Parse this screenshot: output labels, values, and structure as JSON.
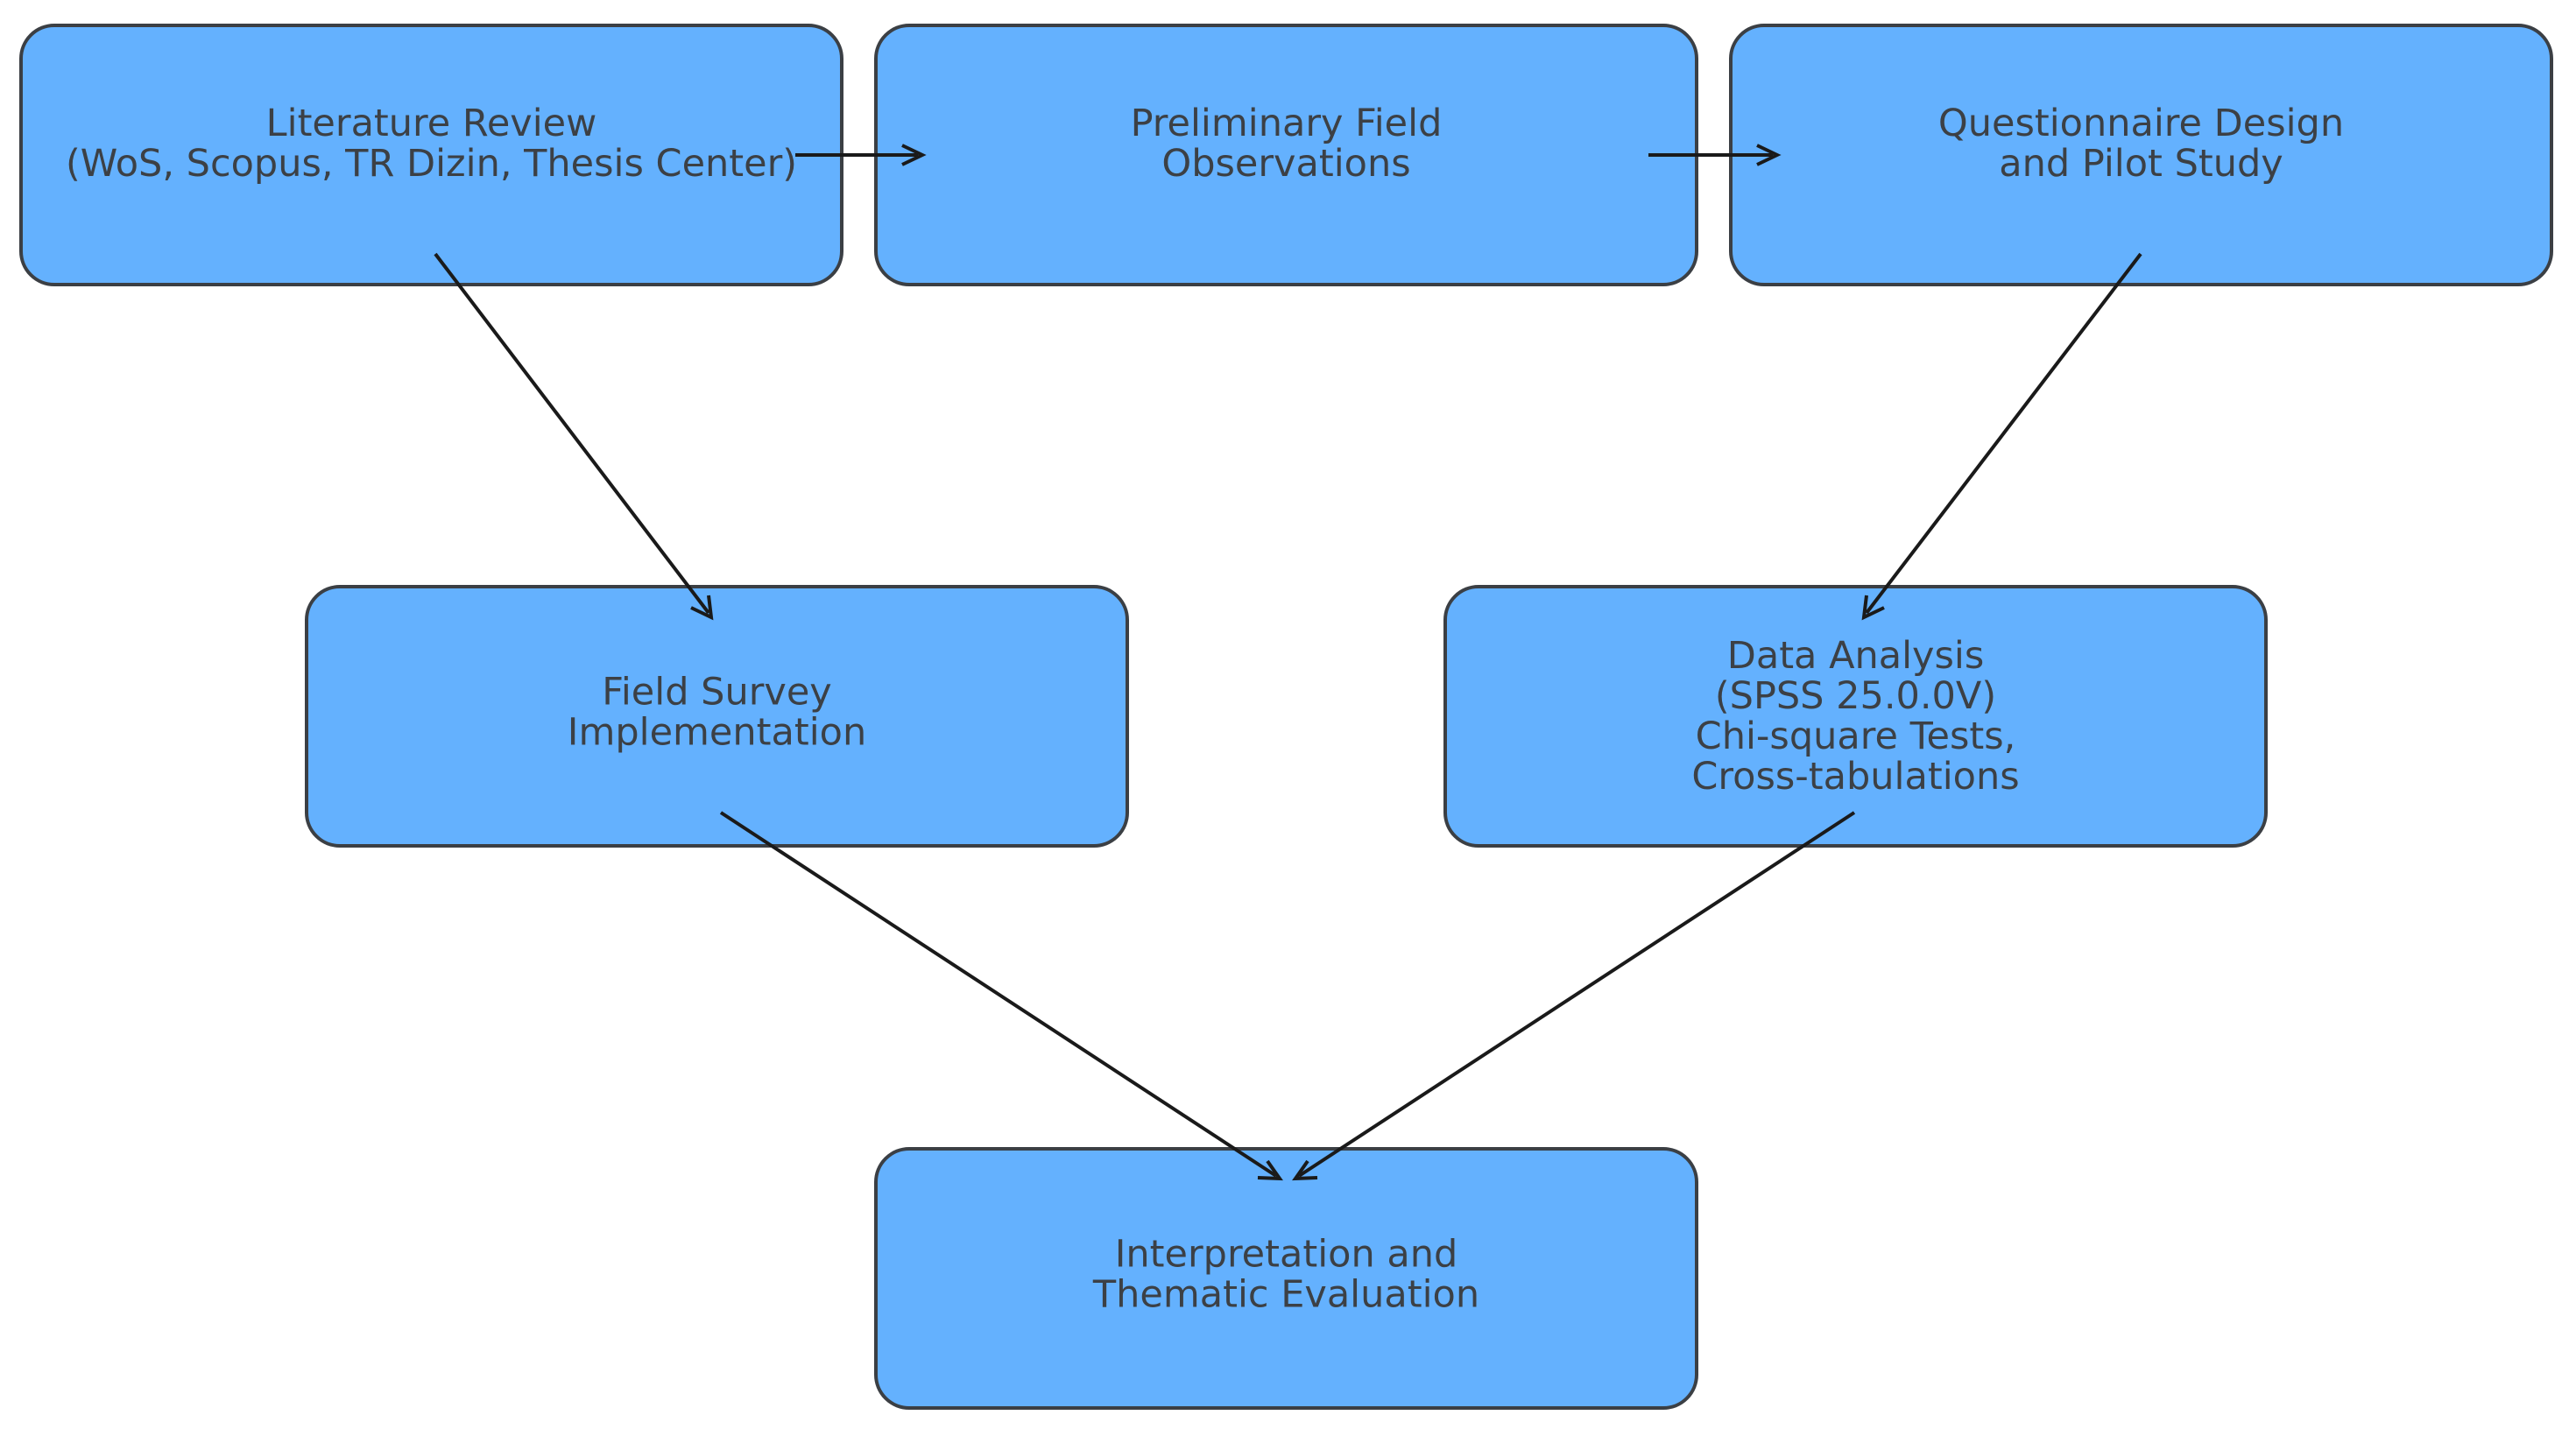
{
  "diagram": {
    "nodes": {
      "literature_review": {
        "lines": [
          "Literature Review",
          "(WoS, Scopus, TR Dizin, Thesis Center)"
        ]
      },
      "preliminary_field_observations": {
        "lines": [
          "Preliminary Field",
          "Observations"
        ]
      },
      "questionnaire_design": {
        "lines": [
          "Questionnaire Design",
          "and Pilot Study"
        ]
      },
      "field_survey": {
        "lines": [
          "Field Survey",
          "Implementation"
        ]
      },
      "data_analysis": {
        "lines": [
          "Data Analysis",
          "(SPSS 25.0.0V)",
          "Chi-square Tests,",
          "Cross-tabulations"
        ]
      },
      "interpretation": {
        "lines": [
          "Interpretation and",
          "Thematic Evaluation"
        ]
      }
    },
    "edges": [
      {
        "from": "literature_review",
        "to": "preliminary_field_observations"
      },
      {
        "from": "preliminary_field_observations",
        "to": "questionnaire_design"
      },
      {
        "from": "literature_review",
        "to": "field_survey"
      },
      {
        "from": "questionnaire_design",
        "to": "data_analysis"
      },
      {
        "from": "field_survey",
        "to": "interpretation"
      },
      {
        "from": "data_analysis",
        "to": "interpretation"
      }
    ],
    "colors": {
      "box_fill": "#64b1fe",
      "box_border": "#3b3f44",
      "text": "#3c4045",
      "arrow": "#1a1a1a",
      "background": "#ffffff"
    }
  }
}
